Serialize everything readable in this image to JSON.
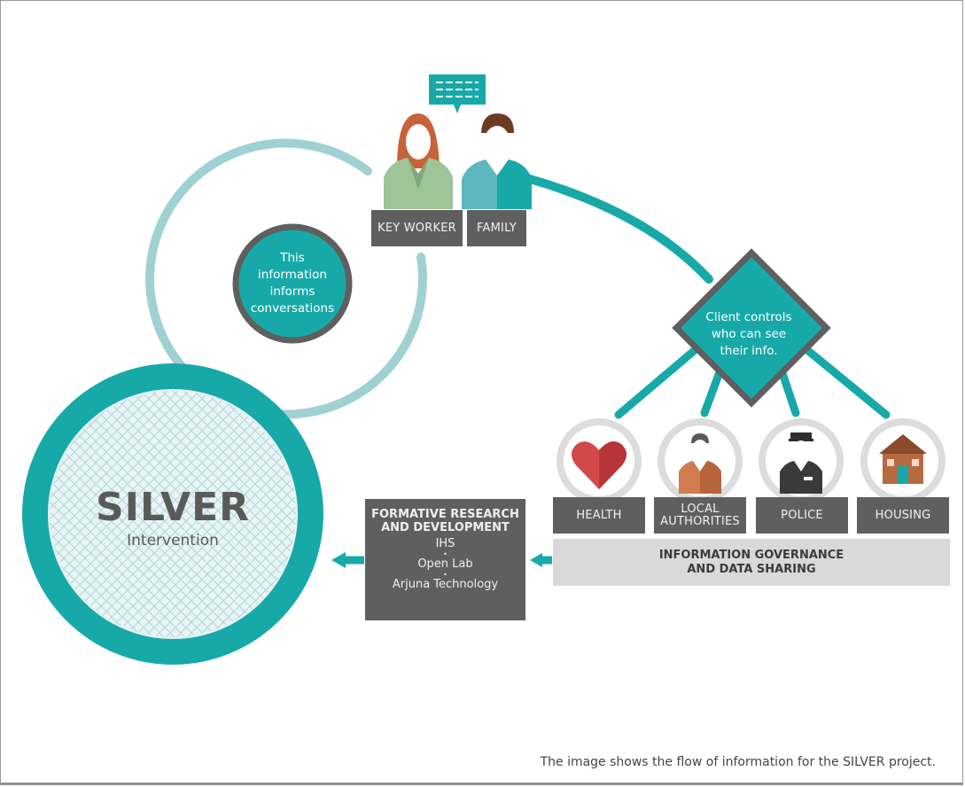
{
  "silver": {
    "title": "SILVER",
    "subtitle": "Intervention"
  },
  "conversation_circle": {
    "lines": [
      "This",
      "information",
      "informs",
      "conversations"
    ]
  },
  "people": {
    "key_worker_label": "KEY WORKER",
    "family_label": "FAMILY"
  },
  "decision": {
    "lines": [
      "Client controls",
      "who can see",
      "their info."
    ]
  },
  "agencies": [
    {
      "label_lines": [
        "HEALTH"
      ],
      "icon": "heart-icon"
    },
    {
      "label_lines": [
        "LOCAL",
        "AUTHORITIES"
      ],
      "icon": "official-person-icon"
    },
    {
      "label_lines": [
        "POLICE"
      ],
      "icon": "police-officer-icon"
    },
    {
      "label_lines": [
        "HOUSING"
      ],
      "icon": "house-icon"
    }
  ],
  "governance": {
    "lines": [
      "INFORMATION GOVERNANCE",
      "AND DATA SHARING"
    ]
  },
  "research": {
    "title_lines": [
      "FORMATIVE RESEARCH",
      "AND DEVELOPMENT"
    ],
    "items": [
      "IHS",
      "Open Lab",
      "Arjuna Technology"
    ],
    "separator": "•"
  },
  "caption": "The image shows the flow of information for the SILVER project.",
  "colors": {
    "teal": "#17a9a8",
    "light_teal": "#9fd1d3",
    "dark_gray": "#5f5f5f",
    "light_gray": "#d9d9d9",
    "key_worker_green": "#9fc497",
    "family_blue": "#5bb7bd",
    "hair_orange": "#c8623a",
    "hair_brown": "#6b3b22",
    "heart_red": "#d3484b",
    "house_brown": "#8a4a2c"
  }
}
